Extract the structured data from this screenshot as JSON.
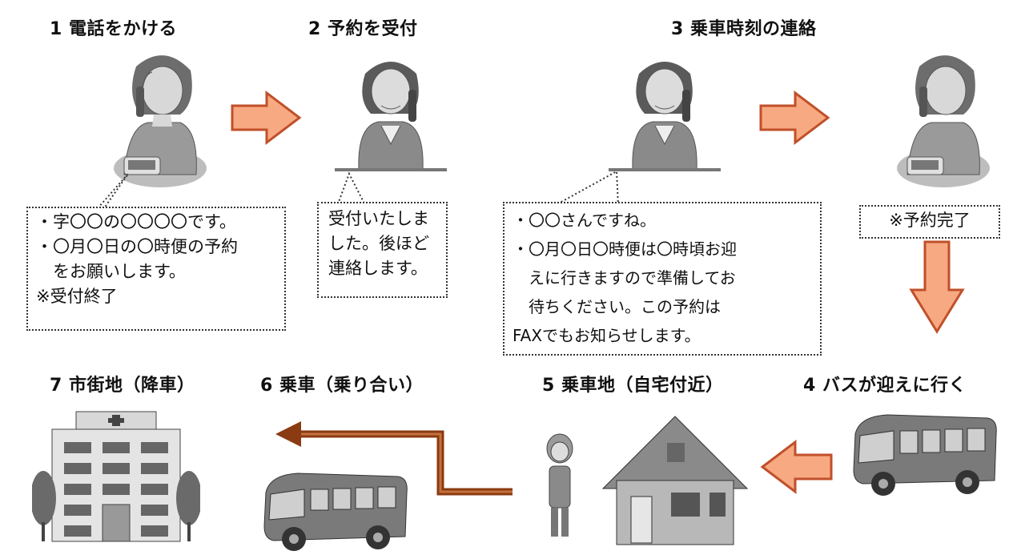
{
  "steps": {
    "s1": "1 電話をかける",
    "s2": "2 予約を受付",
    "s3": "3 乗車時刻の連絡",
    "s4": "4 バスが迎えに行く",
    "s5": "5 乗車地（自宅付近）",
    "s6": "6 乗車（乗り合い）",
    "s7": "7 市街地（降車）"
  },
  "bubbles": {
    "b1": [
      "・字〇〇の〇〇〇〇です。",
      "・〇月〇日の〇時便の予約",
      "　をお願いします。",
      "※受付終了"
    ],
    "b2": [
      "受付いたしま",
      "した。後ほど",
      "連絡します。"
    ],
    "b3": [
      "・〇〇さんですね。",
      "・〇月〇日〇時便は〇時頃お迎",
      "　えに行きますので準備してお",
      "　待ちください。この予約は",
      "FAXでもお知らせします。"
    ],
    "b4": [
      "※予約完了"
    ]
  },
  "colors": {
    "arrow_fill": "#f7a982",
    "arrow_stroke": "#c0502a",
    "road": "#8a3b12"
  }
}
